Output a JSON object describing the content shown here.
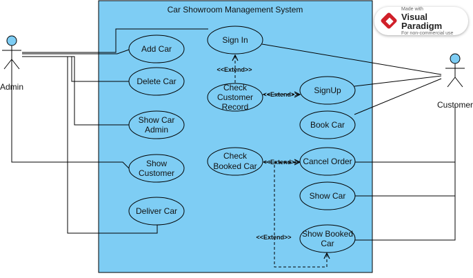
{
  "system": {
    "title": "Car Showroom Management System",
    "fill": "#7ecdf4"
  },
  "actors": {
    "admin": "Admin",
    "customer": "Customer",
    "actor_color": "#7ecdf4"
  },
  "use_cases": {
    "add_car": "Add Car",
    "delete_car": "Delete Car",
    "show_car_admin": [
      "Show Car",
      "Admin"
    ],
    "show_customer": [
      "Show",
      "Customer"
    ],
    "deliver_car": "Deliver Car",
    "sign_in": "Sign In",
    "check_customer_record": [
      "Check",
      "Customer",
      "Record"
    ],
    "check_booked_car": [
      "Check",
      "Booked Car"
    ],
    "signup": "SignUp",
    "book_car": "Book Car",
    "cancel_order": "Cancel Order",
    "show_car": "Show Car",
    "show_booked_car": [
      "Show Booked",
      "Car"
    ]
  },
  "relations": {
    "extend_signin": "<<Extend>>",
    "extend_signup": "<<Extend>>",
    "extend_cancel": "<<Extend>>",
    "extend_showbooked": "<<Extend>>"
  },
  "badge": {
    "made_with": "Made with",
    "brand": "Visual Paradigm",
    "note": "For non-commercial use"
  }
}
